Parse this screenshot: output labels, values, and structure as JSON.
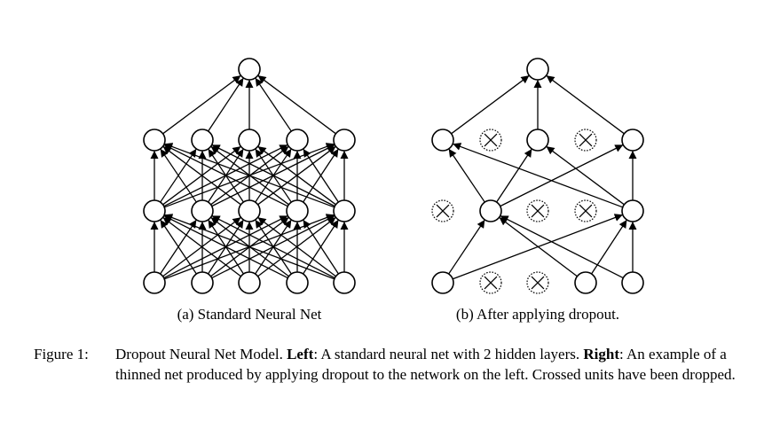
{
  "panels": [
    {
      "id": "standard",
      "caption": "(a) Standard Neural Net",
      "dropped": [
        [],
        [],
        [],
        []
      ]
    },
    {
      "id": "dropout",
      "caption": "(b) After applying dropout.",
      "dropped": [
        [
          1,
          2
        ],
        [
          0,
          2,
          3
        ],
        [
          1,
          3
        ],
        []
      ]
    }
  ],
  "layer_sizes": [
    5,
    5,
    5,
    1
  ],
  "caption": {
    "label": "Figure 1:",
    "part1": "Dropout Neural Net Model. ",
    "left_bold": "Left",
    "part2": ": A standard neural net with 2 hidden layers. ",
    "right_bold": "Right",
    "part3": ": An example of a thinned net produced by applying dropout to the network on the left. Crossed units have been dropped."
  }
}
